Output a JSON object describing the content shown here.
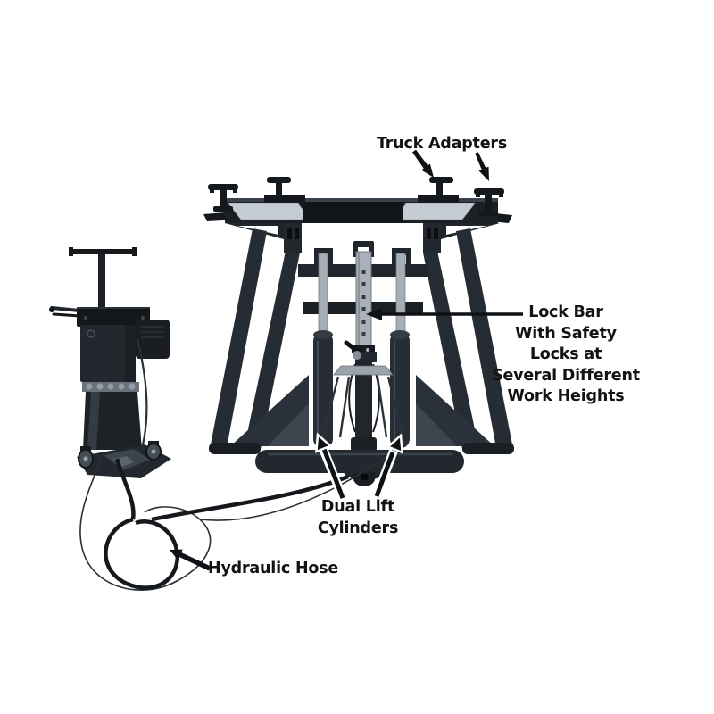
{
  "callouts": {
    "truck_adapters": "Truck Adapters",
    "lock_bar": "Lock Bar\nWith Safety\nLocks at\nSeveral Different\nWork Heights",
    "dual_lift_cylinders": "Dual Lift\nCylinders",
    "hydraulic_hose": "Hydraulic Hose"
  },
  "colors": {
    "background": "#ffffff",
    "label_text": "#131313",
    "arrow_black": "#101114",
    "arrow_outline_white": "#ffffff",
    "frame_dark": "#22272d",
    "frame_darker": "#15181c",
    "metal_gray": "#a7aeb6",
    "plate_light": "#c6ccd3"
  }
}
